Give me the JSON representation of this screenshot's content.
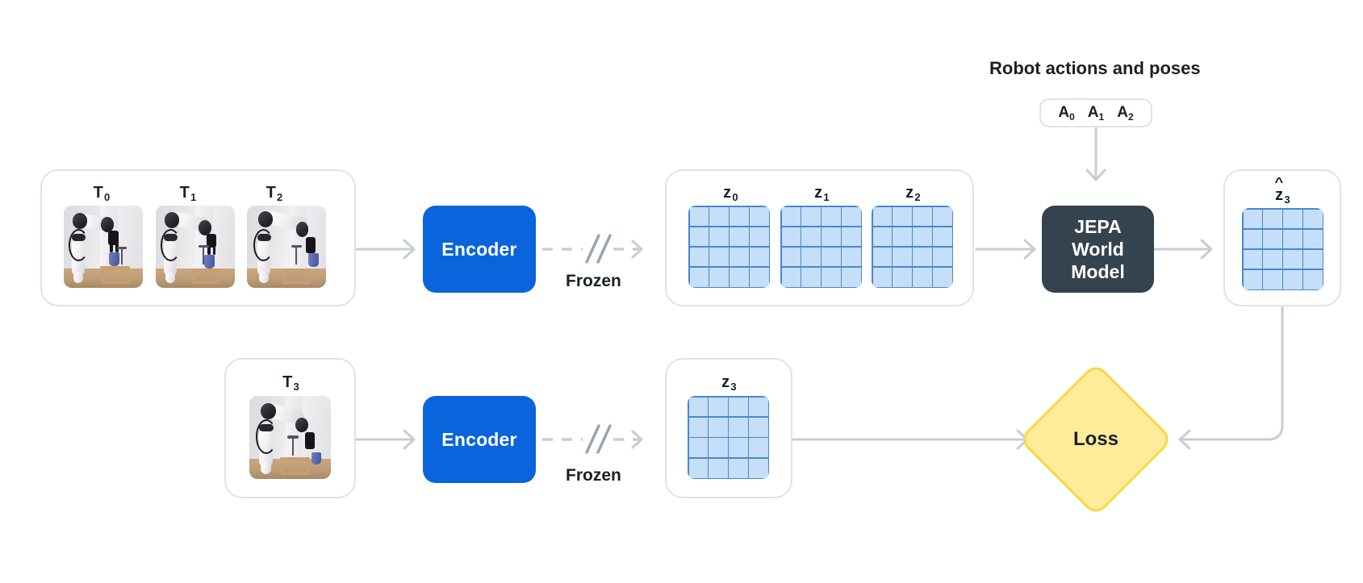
{
  "diagram": {
    "title": "JEPA world model training diagram",
    "colors": {
      "encoder_blue": "#0a64dc",
      "world_model_slate": "#35434f",
      "loss_yellow_fill": "#fdec9a",
      "loss_yellow_border": "#f5d94b",
      "latent_cell_fill": "#c5dff8",
      "latent_grid_line": "#4a87cc",
      "panel_border": "#dfe3e8",
      "arrow_gray": "#c8cdd4",
      "text_dark": "#1a2027"
    },
    "context_frames": {
      "panel_name": "context-observation-panel",
      "frames": [
        {
          "label": "T",
          "sub": "0",
          "alt": "robot arm above blue cup on table"
        },
        {
          "label": "T",
          "sub": "1",
          "alt": "robot arm reaching toward blue cup"
        },
        {
          "label": "T",
          "sub": "2",
          "alt": "robot arm gripping blue cup"
        }
      ]
    },
    "target_frame": {
      "panel_name": "target-observation-panel",
      "frames": [
        {
          "label": "T",
          "sub": "3",
          "alt": "robot arm lifted away with blue cup placed"
        }
      ]
    },
    "encoders": [
      {
        "name": "encoder-top",
        "label": "Encoder",
        "frozen_label": "Frozen"
      },
      {
        "name": "encoder-bottom",
        "label": "Encoder",
        "frozen_label": "Frozen"
      }
    ],
    "context_latents": {
      "panel_name": "context-latent-panel",
      "grids": [
        {
          "label": "z",
          "sub": "0",
          "rows": 4,
          "cols": 4
        },
        {
          "label": "z",
          "sub": "1",
          "rows": 4,
          "cols": 4
        },
        {
          "label": "z",
          "sub": "2",
          "rows": 4,
          "cols": 4
        }
      ]
    },
    "target_latent": {
      "panel_name": "target-latent-panel",
      "grids": [
        {
          "label": "z",
          "sub": "3",
          "rows": 4,
          "cols": 4
        }
      ]
    },
    "predicted_latent": {
      "panel_name": "predicted-latent-panel",
      "grids": [
        {
          "label": "z",
          "sub": "3",
          "hat": true,
          "rows": 4,
          "cols": 4
        }
      ]
    },
    "actions": {
      "title": "Robot actions and poses",
      "items": [
        {
          "label": "A",
          "sub": "0"
        },
        {
          "label": "A",
          "sub": "1"
        },
        {
          "label": "A",
          "sub": "2"
        }
      ]
    },
    "world_model": {
      "name": "jepa-world-model",
      "line1": "JEPA",
      "line2": "World",
      "line3": "Model"
    },
    "loss": {
      "name": "loss-node",
      "label": "Loss"
    }
  }
}
